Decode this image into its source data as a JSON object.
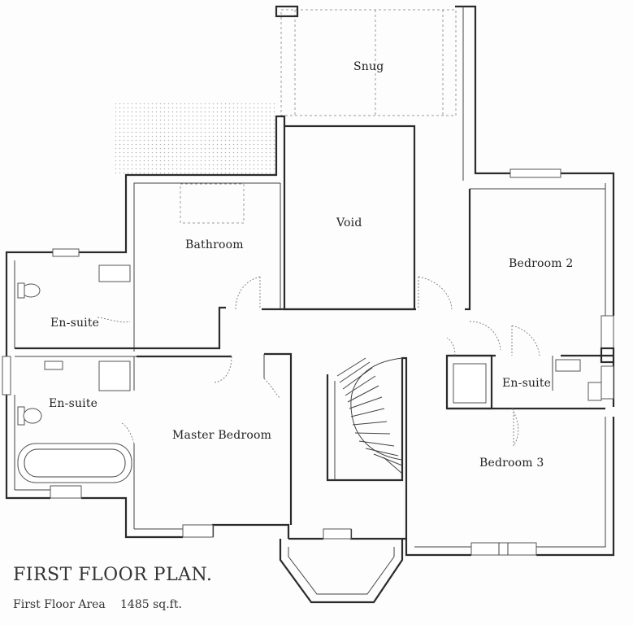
{
  "rooms": {
    "snug": "Snug",
    "void": "Void",
    "bathroom": "Bathroom",
    "bedroom2": "Bedroom 2",
    "ensuite1": "En-suite",
    "ensuite2": "En-suite",
    "ensuite3": "En-suite",
    "master_bedroom": "Master Bedroom",
    "bedroom3": "Bedroom 3"
  },
  "plan": {
    "title": "FIRST FLOOR PLAN.",
    "area_label": "First Floor Area",
    "area_value": "1485 sq.ft."
  }
}
